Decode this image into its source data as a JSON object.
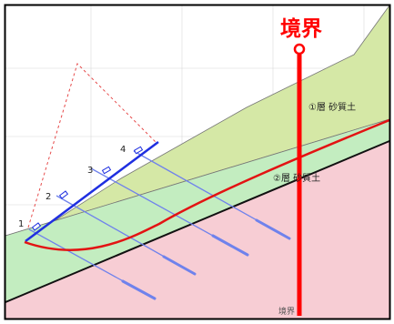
{
  "labels": {
    "boundary_title": "境界",
    "boundary_bottom": "境界",
    "layer1": "①層 砂質土",
    "layer2": "②層 砂質土",
    "anchor_numbers": [
      "1",
      "2",
      "3",
      "4"
    ]
  },
  "colors": {
    "frame": "#000000",
    "layer1_fill": "#d5e8a6",
    "layer2_fill": "#c3edc0",
    "rock_fill": "#f7cdd4",
    "boundary_red": "#ff0000",
    "slip_red": "#e31313",
    "anchor_blue": "#6f82ec",
    "wall_blue": "#1f2fe0",
    "grid_gray": "#d8d8d8"
  },
  "icons": [
    "boundary-marker-circle-icon"
  ]
}
